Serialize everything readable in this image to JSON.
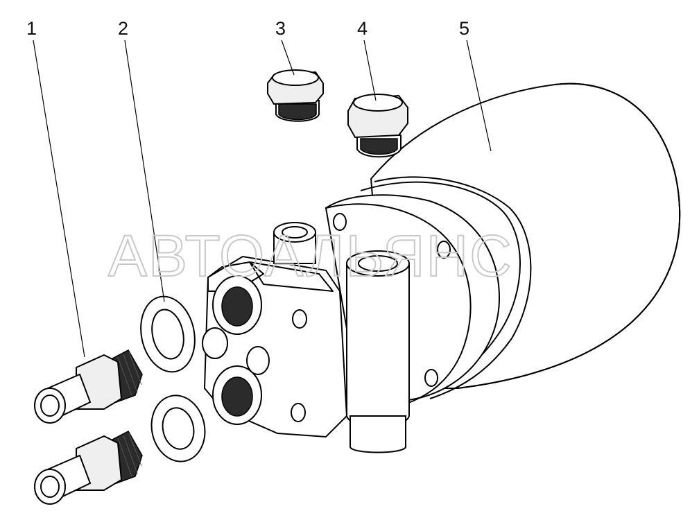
{
  "callouts": [
    {
      "number": "1"
    },
    {
      "number": "2"
    },
    {
      "number": "3"
    },
    {
      "number": "4"
    },
    {
      "number": "5"
    }
  ],
  "watermark": "АВТОАЛЬЯНС"
}
